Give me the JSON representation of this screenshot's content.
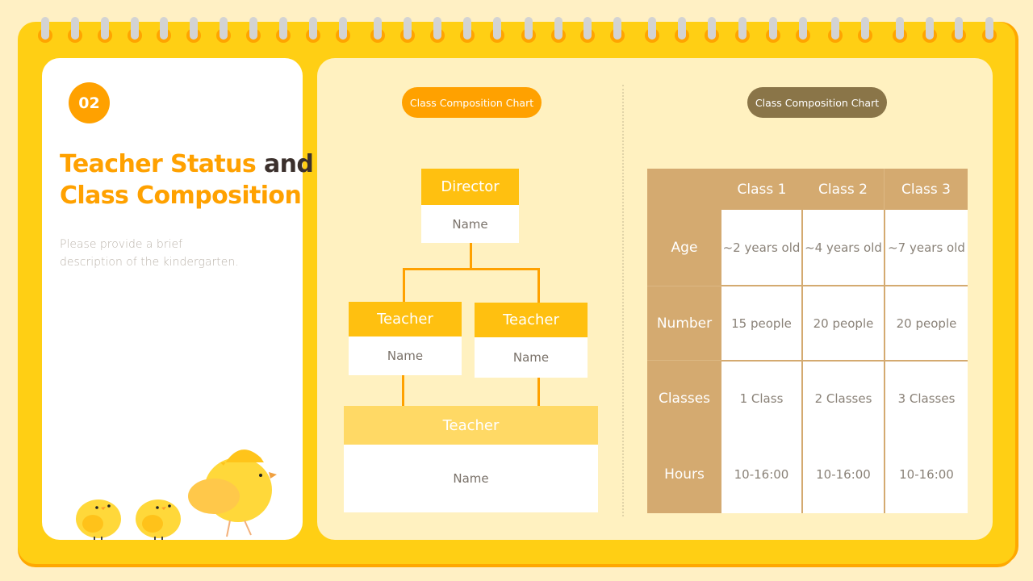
{
  "section_number": "02",
  "title": {
    "part1": "Teacher Status",
    "part2": "and",
    "part3": "Class Composition"
  },
  "description": {
    "line1": "Please provide a brief",
    "line2": "description of the kindergarten."
  },
  "org_chart": {
    "pill_label": "Class Composition Chart",
    "director": {
      "role": "Director",
      "name": "Name"
    },
    "teacher_left": {
      "role": "Teacher",
      "name": "Name"
    },
    "teacher_right": {
      "role": "Teacher",
      "name": "Name"
    },
    "teacher_bottom": {
      "role": "Teacher",
      "name": "Name"
    }
  },
  "class_table": {
    "pill_label": "Class Composition Chart",
    "columns": [
      "Class 1",
      "Class 2",
      "Class 3"
    ],
    "rows": [
      {
        "label": "Age",
        "values": [
          "~2 years old",
          "~4 years old",
          "~7 years old"
        ]
      },
      {
        "label": "Number",
        "values": [
          "15 people",
          "20 people",
          "20 people"
        ]
      },
      {
        "label": "Classes",
        "values": [
          "1 Class",
          "2 Classes",
          "3 Classes"
        ]
      },
      {
        "label": "Hours",
        "values": [
          "10-16:00",
          "10-16:00",
          "10-16:00"
        ]
      }
    ]
  },
  "colors": {
    "accent_orange": "#ffa100",
    "binder_yellow": "#ffcf14",
    "table_tan": "#d4aa70",
    "pill_brown": "#8a7548",
    "panel_cream": "#fff1c0"
  }
}
